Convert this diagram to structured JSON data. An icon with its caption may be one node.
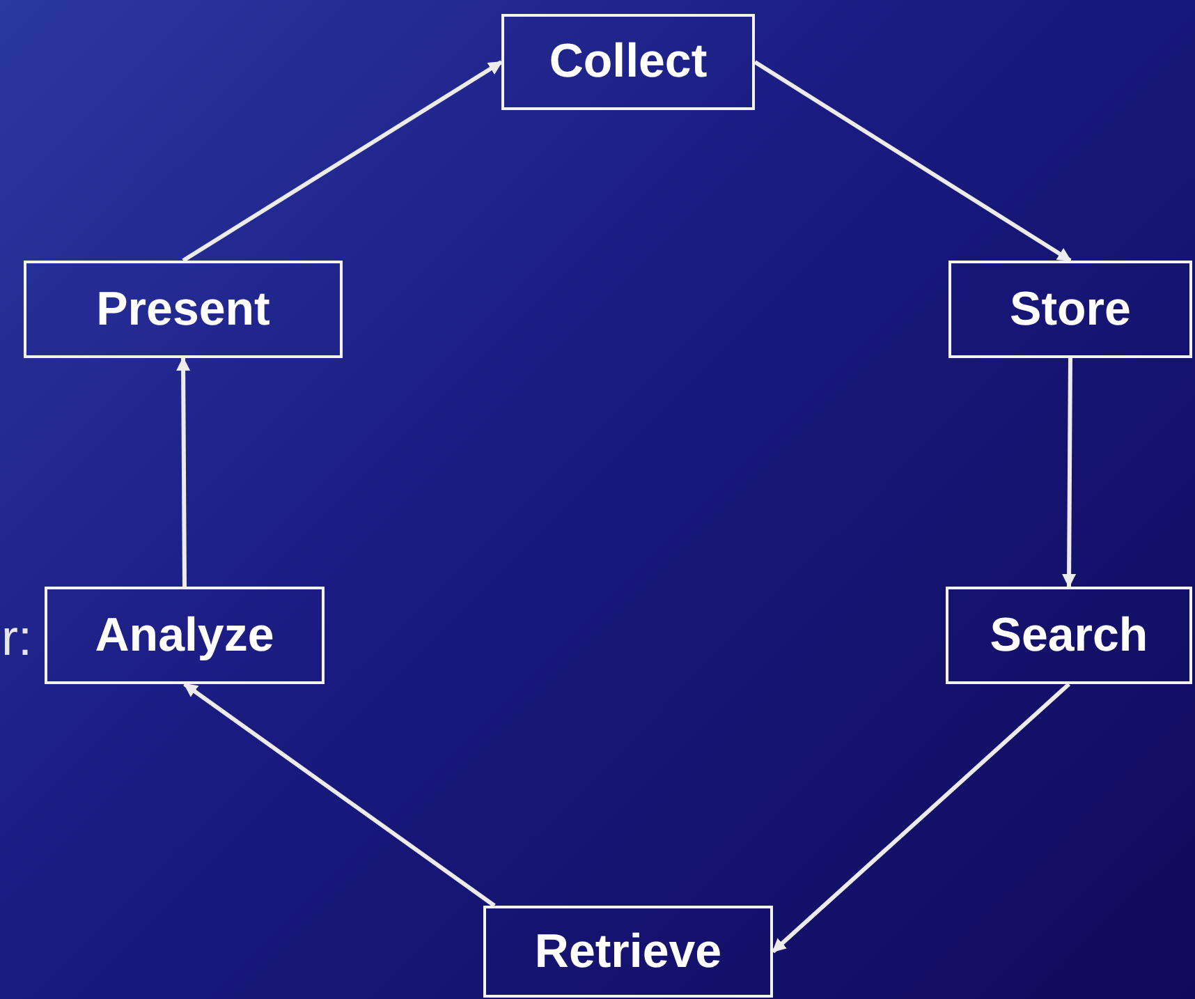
{
  "diagram": {
    "nodes": [
      {
        "text": [
          "Collect"
        ]
      },
      {
        "text": [
          "Present"
        ]
      },
      {
        "text": [
          "Store"
        ]
      },
      {
        "text": [
          "Analyze"
        ]
      },
      {
        "text": [
          "Search"
        ]
      },
      {
        "text": [
          "Retrieve"
        ]
      }
    ],
    "edges": [
      {
        "from": 1,
        "to": 0,
        "arrow": "to"
      },
      {
        "from": 0,
        "to": 2,
        "arrow": "to"
      },
      {
        "from": 2,
        "to": 4,
        "arrow": "to"
      },
      {
        "from": 4,
        "to": 5,
        "arrow": "to"
      },
      {
        "from": 5,
        "to": 3,
        "arrow": "to"
      },
      {
        "from": 3,
        "to": 1,
        "arrow": "to"
      }
    ],
    "labels": [
      "r:"
    ]
  }
}
